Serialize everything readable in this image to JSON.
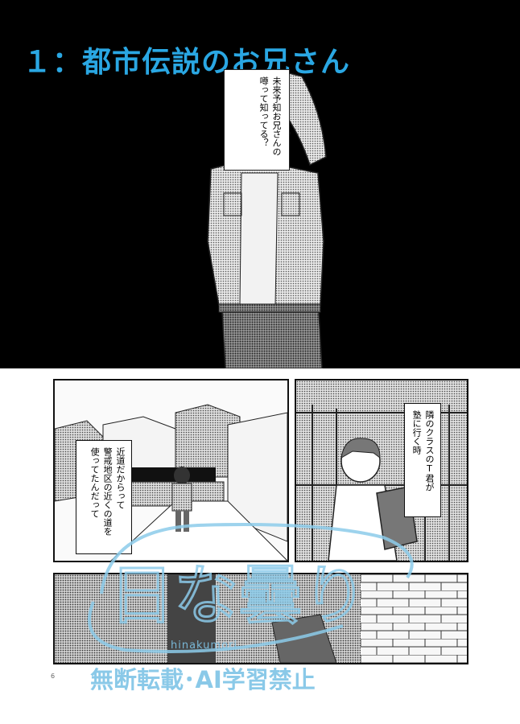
{
  "title": "１：都市伝説のお兄さん",
  "splash": {
    "speech": "未来予知お兄さんの\n噂って知ってる？"
  },
  "panel2": {
    "caption": "近道だからって\n警戒地区の近くの道を\n使ってたんだって"
  },
  "panel3": {
    "caption": "隣のクラスのT君が\n塾に行く時"
  },
  "watermark": {
    "logo_text": "日な曇り",
    "romaji": "hinakumori",
    "warning": "無断転載･AI学習禁止"
  },
  "page_number": "6",
  "colors": {
    "title": "#2aa7e3",
    "watermark": "#7ec4e6",
    "background": "#000000"
  }
}
